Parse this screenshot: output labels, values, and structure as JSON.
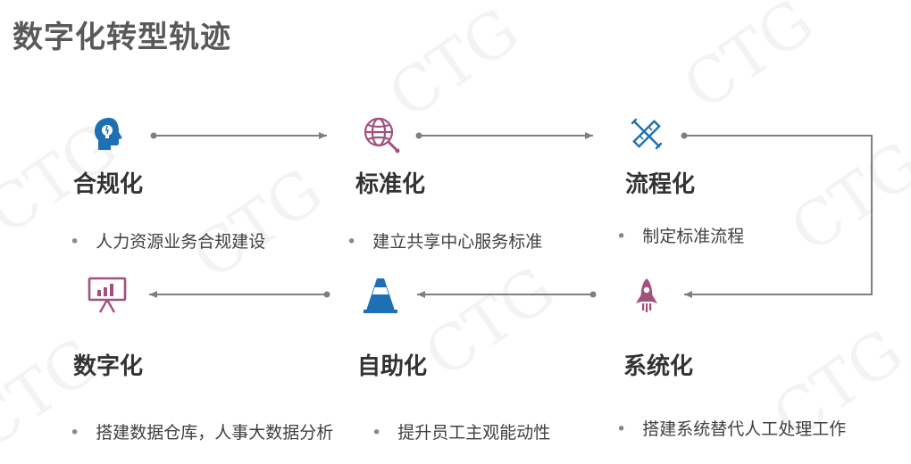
{
  "title": "数字化转型轨迹",
  "watermark": "CTG",
  "stages": [
    {
      "name": "合规化",
      "icon": "head-bulb-icon",
      "bullet": "人力资源业务合规建设"
    },
    {
      "name": "标准化",
      "icon": "globe-icon",
      "bullet": "建立共享中心服务标准"
    },
    {
      "name": "流程化",
      "icon": "tools-icon",
      "bullet": "制定标准流程"
    },
    {
      "name": "系统化",
      "icon": "rocket-icon",
      "bullet": "搭建系统替代人工处理工作"
    },
    {
      "name": "自助化",
      "icon": "cone-icon",
      "bullet": "提升员工主观能动性"
    },
    {
      "name": "数字化",
      "icon": "presentation-chart-icon",
      "bullet": "搭建数据仓库，人事大数据分析"
    }
  ],
  "colors": {
    "blue": "#1e6fb4",
    "mauve": "#a0527e",
    "line": "#7f7f7f"
  }
}
